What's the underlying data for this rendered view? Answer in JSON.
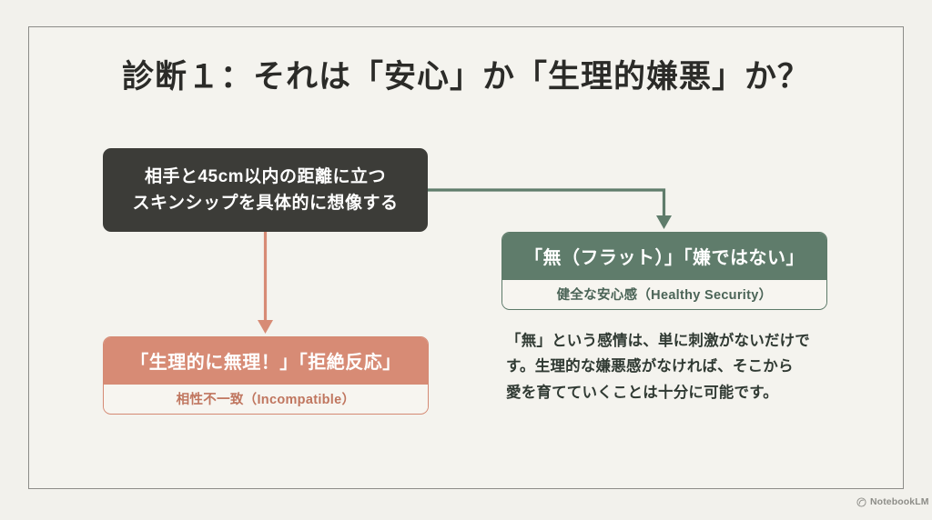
{
  "slide": {
    "title": "診断１：それは「安心」か「生理的嫌悪」か？",
    "background_color": "#f2f1ec",
    "frame_border_color": "#8c8c88"
  },
  "stimulus": {
    "name": "imagination-prompt",
    "line1": "相手と45cm以内の距離に立つ",
    "line2": "スキンシップを具体的に想像する",
    "background_color": "#3c3c38",
    "text_color": "#ffffff"
  },
  "connectors": [
    {
      "name": "connector-to-healthy",
      "color": "#5f7c6b",
      "from": "stimulus",
      "to": "card-healthy",
      "path": "right-then-down"
    },
    {
      "name": "connector-to-incompatible",
      "color": "#d78b75",
      "from": "stimulus",
      "to": "card-incompatible",
      "path": "straight-down"
    }
  ],
  "cards": {
    "healthy": {
      "head": "「無（フラット）」「嫌ではない」",
      "foot": "健全な安心感（Healthy Security）",
      "accent_color": "#5f7c6b",
      "foot_text_color": "#4b6457",
      "foot_background": "#f7f5f0"
    },
    "incompatible": {
      "head": "「生理的に無理！」「拒絶反応」",
      "foot": "相性不一致（Incompatible）",
      "accent_color": "#d78b75",
      "foot_text_color": "#c0765f",
      "foot_background": "#f7f5f0"
    }
  },
  "explanation": {
    "line1": "「無」という感情は、単に刺激がないだけで",
    "line2": "す。生理的な嫌悪感がなければ、そこから",
    "line3": "愛を育てていくことは十分に可能です。",
    "text_color": "#303a33"
  },
  "watermark": {
    "label": "NotebookLM",
    "icon": "notebooklm-icon",
    "color": "#8d8d88"
  }
}
